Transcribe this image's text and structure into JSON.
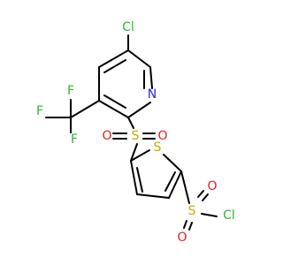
{
  "colors": {
    "bond": "#000000",
    "chlorine": "#2fb52f",
    "fluorine": "#2fb52f",
    "nitrogen": "#2a2ae0",
    "sulfur": "#c8a800",
    "oxygen": "#e02020",
    "background": "#ffffff"
  },
  "atoms": {
    "cl_pyridine": "Cl",
    "n_pyridine": "N",
    "f_top": "F",
    "f_left": "F",
    "f_bottom": "F",
    "s_sulfonyl": "S",
    "o_sulfonyl_left": "O",
    "o_sulfonyl_right": "O",
    "s_thiophene": "S",
    "s_sulfonyl_chloride": "S",
    "o_sulfonyl_chloride_top": "O",
    "o_sulfonyl_chloride_bottom": "O",
    "cl_sulfonyl_chloride": "Cl"
  }
}
